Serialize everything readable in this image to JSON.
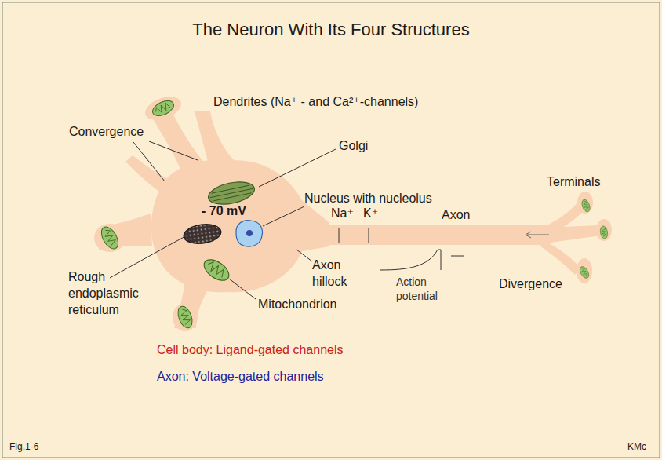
{
  "diagram": {
    "title": "The Neuron With Its Four Structures",
    "labels": [
      "Dendrites (Na⁺ - and Ca²⁺-channels)",
      "Convergence",
      "Golgi",
      "Nucleus with nucleolus",
      "- 70 mV",
      "Na⁺",
      "K⁺",
      "Axon",
      "Terminals",
      "Rough endoplasmic reticulum",
      "Axon hillock",
      "Action potential",
      "Mitochondrion",
      "Divergence",
      "Cell body:  Ligand-gated channels",
      "Axon: Voltage-gated channels",
      "Fig.1-6",
      "KMc"
    ]
  }
}
